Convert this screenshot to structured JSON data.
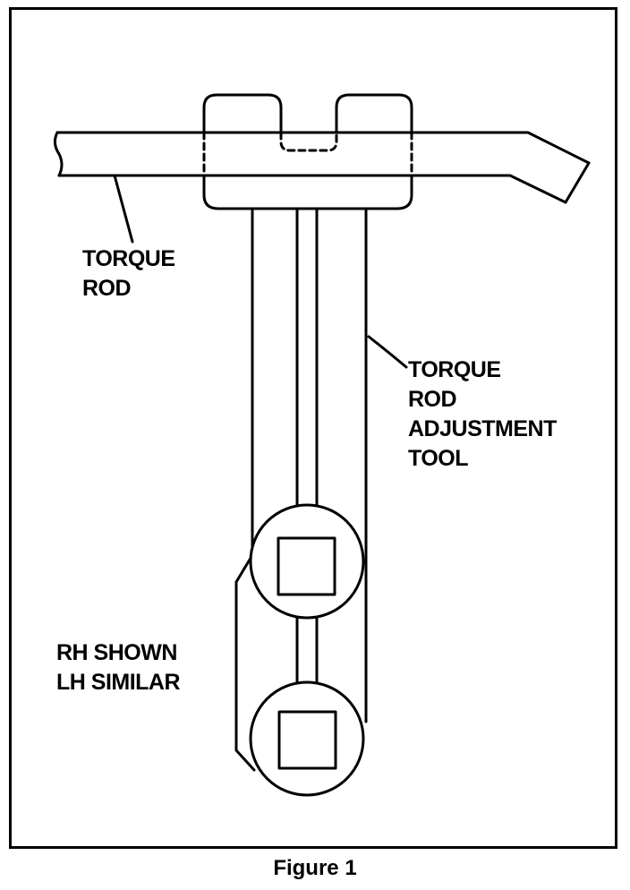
{
  "labels": {
    "torque_rod": [
      "TORQUE",
      "ROD"
    ],
    "adjustment_tool": [
      "TORQUE",
      "ROD",
      "ADJUSTMENT",
      "TOOL"
    ],
    "orientation_note": [
      "RH SHOWN",
      "LH SIMILAR"
    ]
  },
  "caption": "Figure 1"
}
